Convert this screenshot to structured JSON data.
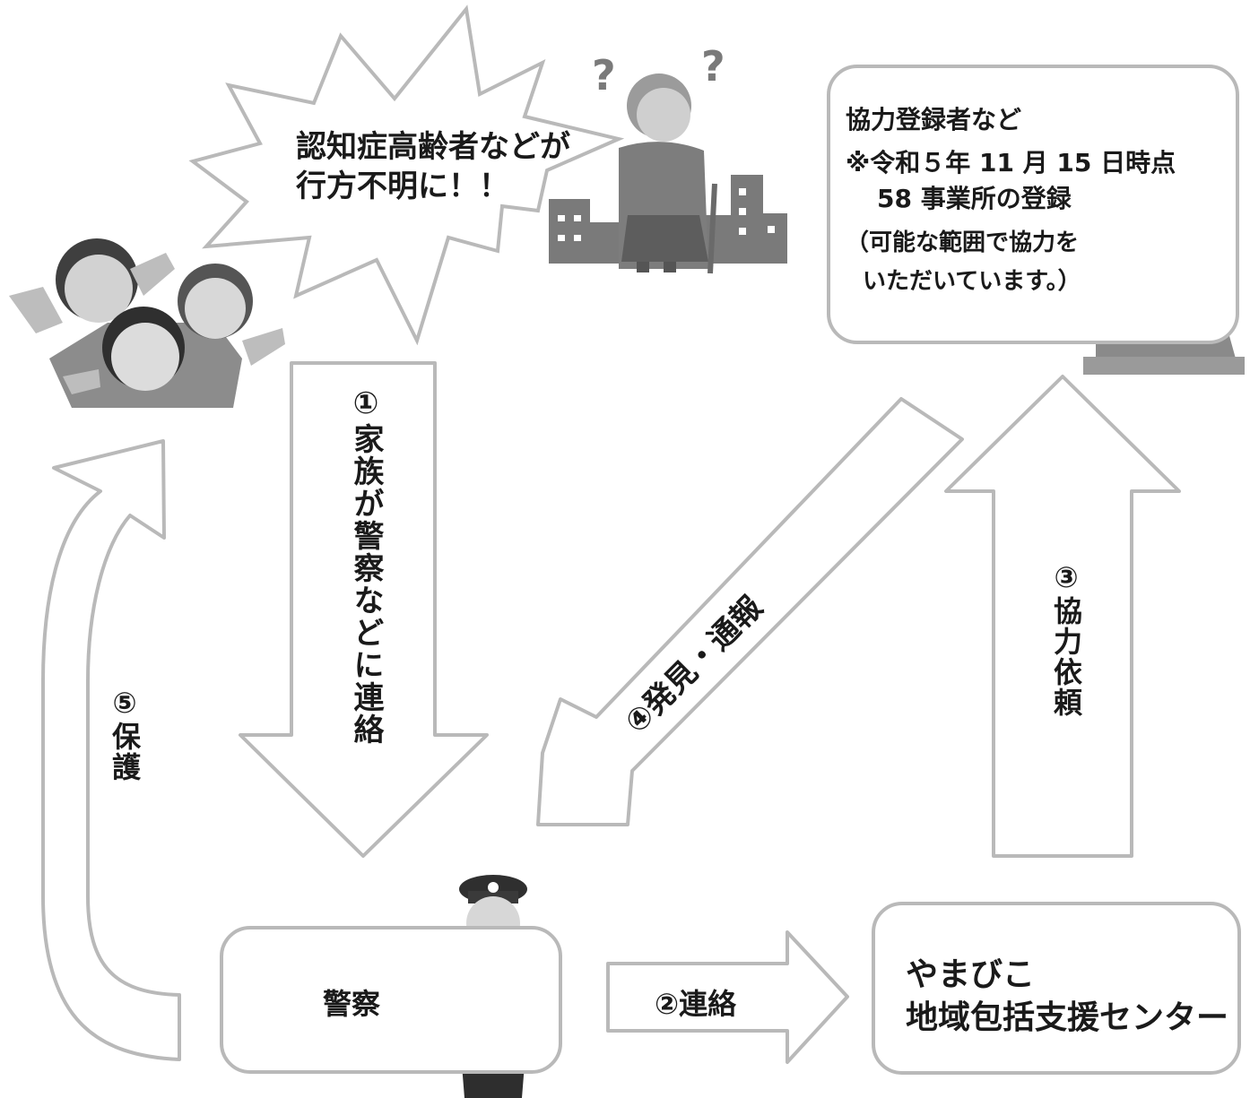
{
  "burst": {
    "line1": "認知症高齢者などが",
    "line2": "行方不明に！！"
  },
  "partners": {
    "title": "協力登録者など",
    "note_line1": "※令和５年 11 月 15 日時点",
    "note_line2": "58 事業所の登録",
    "note_line3": "（可能な範囲で協力を",
    "note_line4": "いただいています。）"
  },
  "police": {
    "label": "警察"
  },
  "center": {
    "line1": "やまびこ",
    "line2": "地域包括支援センター"
  },
  "steps": {
    "s1": "①家族が警察などに連絡",
    "s2": "②連絡",
    "s3": "③協力依頼",
    "s4": "④発見・通報",
    "s5": "⑤保護"
  },
  "icons": [
    "family-icon",
    "elderly-lost-icon",
    "city-icon",
    "question-mark-icon",
    "cashier-icon",
    "police-officer-icon"
  ],
  "colors": {
    "outline": "#b9b9b9",
    "text": "#1a1a1a",
    "illustration": "#6f6f6f"
  }
}
